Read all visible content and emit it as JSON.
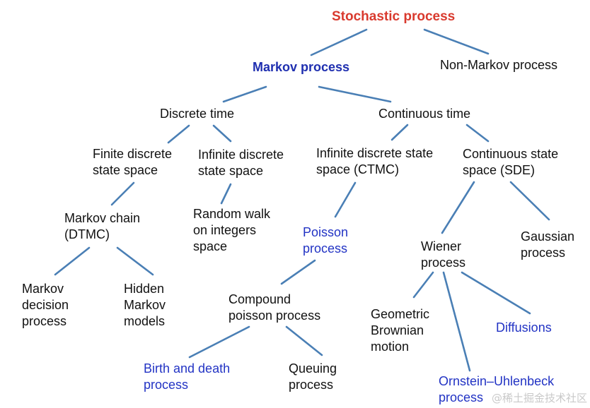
{
  "colors": {
    "edge": "#4a7fb5",
    "root": "#d93a2e",
    "highlight_bold": "#1f2fb0",
    "highlight": "#2233c4",
    "text": "#111111"
  },
  "nodes": {
    "stochastic_process": "Stochastic  process",
    "markov_process": "Markov process",
    "non_markov_process": "Non-Markov process",
    "discrete_time": "Discrete time",
    "continuous_time": "Continuous time",
    "finite_discrete_state_space": "Finite discrete\nstate space",
    "infinite_discrete_state_space": "Infinite discrete\nstate space",
    "infinite_discrete_state_space_ctmc": "Infinite discrete state\nspace (CTMC)",
    "continuous_state_space_sde": "Continuous state\nspace (SDE)",
    "markov_chain_dtmc": "Markov chain\n(DTMC)",
    "random_walk": "Random walk\non integers\nspace",
    "poisson_process": "Poisson\nprocess",
    "wiener_process": "Wiener\nprocess",
    "gaussian_process": "Gaussian\nprocess",
    "markov_decision_process": "Markov\ndecision\nprocess",
    "hidden_markov_models": "Hidden\nMarkov\nmodels",
    "compound_poisson_process": "Compound\npoisson process",
    "geometric_brownian_motion": "Geometric\nBrownian\nmotion",
    "diffusions": "Diffusions",
    "birth_and_death_process": "Birth and death\nprocess",
    "queuing_process": "Queuing\nprocess",
    "ornstein_uhlenbeck_process": "Ornstein–Uhlenbeck\nprocess"
  },
  "watermark": "@稀土掘金技术社区"
}
